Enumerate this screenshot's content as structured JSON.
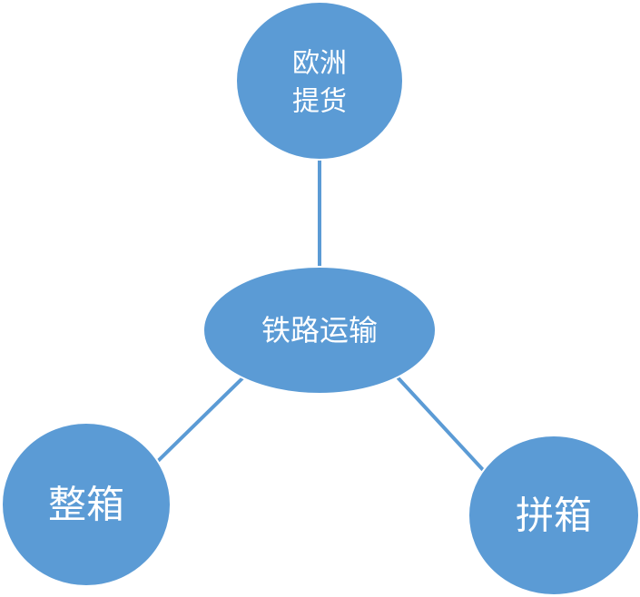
{
  "diagram": {
    "colors": {
      "node_fill": "#5b9bd5",
      "edge": "#5b9bd5",
      "label": "#ffffff"
    },
    "nodes": {
      "top": {
        "line1": "欧洲",
        "line2": "提货"
      },
      "center": {
        "label": "铁路运输"
      },
      "left": {
        "label": "整箱"
      },
      "right": {
        "label": "拼箱"
      }
    }
  }
}
